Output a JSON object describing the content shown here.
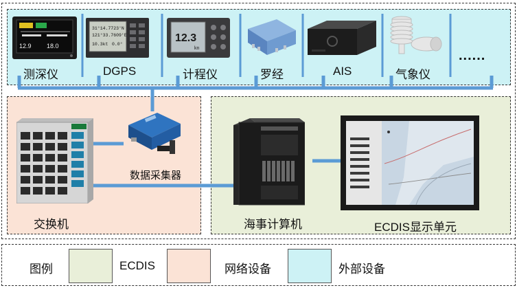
{
  "colors": {
    "ecdis_zone": "#e9efd9",
    "network_zone": "#fbe3d6",
    "external_zone": "#cdf2f5",
    "bus": "#5b9bd5"
  },
  "external_devices": [
    {
      "label": "测深仪",
      "icon": "echo-sounder-icon"
    },
    {
      "label": "DGPS",
      "icon": "dgps-icon"
    },
    {
      "label": "计程仪",
      "icon": "speed-log-icon"
    },
    {
      "label": "罗经",
      "icon": "compass-icon"
    },
    {
      "label": "AIS",
      "icon": "ais-icon"
    },
    {
      "label": "气象仪",
      "icon": "weather-station-icon"
    }
  ],
  "more": "......",
  "device_text": {
    "dgps_line1": "31°14.7723'N",
    "dgps_line2": "121°33.7609'E",
    "dgps_line3": "10.3kt",
    "dgps_line4": "0.0°",
    "log_value": "12.3",
    "log_unit": "kn"
  },
  "network": {
    "collector": "数据采集器",
    "switch": "交换机"
  },
  "ecdis": {
    "computer": "海事计算机",
    "display": "ECDIS显示单元"
  },
  "legend": {
    "title": "图例",
    "items": [
      {
        "label": "ECDIS",
        "color": "#e9efd9"
      },
      {
        "label": "网络设备",
        "color": "#fbe3d6"
      },
      {
        "label": "外部设备",
        "color": "#cdf2f5"
      }
    ]
  }
}
